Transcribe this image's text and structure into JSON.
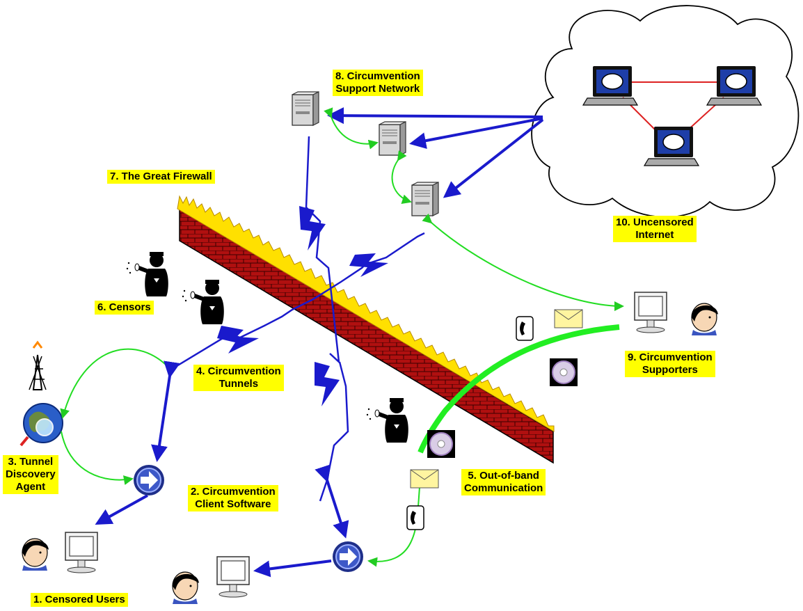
{
  "labels": {
    "censored_users": "1. Censored Users",
    "client_software": [
      "2. Circumvention",
      "Client Software"
    ],
    "tunnel_discovery": [
      "3. Tunnel",
      "Discovery",
      "Agent"
    ],
    "tunnels": [
      "4. Circumvention",
      "Tunnels"
    ],
    "out_of_band": [
      "5. Out-of-band",
      "Communication"
    ],
    "censors": "6. Censors",
    "great_firewall": "7. The Great Firewall",
    "support_network": [
      "8. Circumvention",
      "Support Network"
    ],
    "supporters": [
      "9. Circumvention",
      "Supporters"
    ],
    "uncensored_internet": [
      "10. Uncensored",
      "Internet"
    ]
  },
  "colors": {
    "label_bg": "#ffff00",
    "brick": "#b01010",
    "flame": "#ffe000",
    "blue_link": "#1a1acc",
    "green_link": "#22dd22",
    "red_link": "#dd2222"
  },
  "icons": [
    "server-icon",
    "laptop-icon",
    "user-head-icon",
    "monitor-icon",
    "censor-figure-icon",
    "arrow-button-icon",
    "radio-tower-globe-icon",
    "envelope-icon",
    "cd-icon",
    "phone-icon",
    "cloud-icon",
    "firewall-icon"
  ]
}
